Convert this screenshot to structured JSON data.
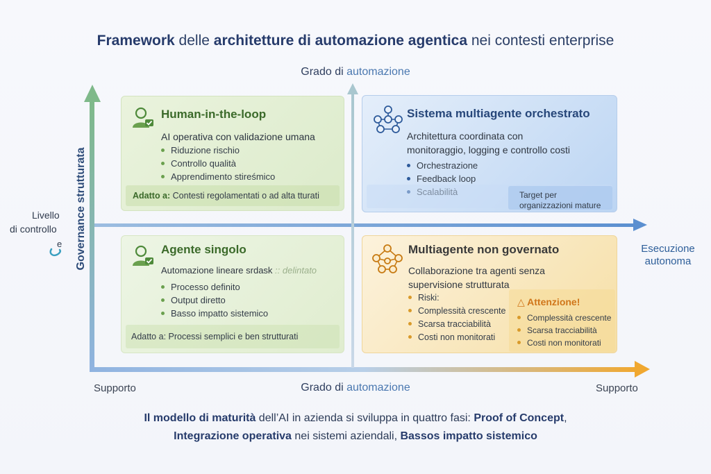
{
  "title": {
    "bold1": "Framework",
    "mid1": " delle ",
    "bold2": "architetture di automazione agentica",
    "rest": " nei contesti enterprise"
  },
  "axes": {
    "top_plain": "Grado di ",
    "top_accent": "automazione",
    "bottom_plain": "Grado di ",
    "bottom_accent": "automazione",
    "bottom_left": "Supporto",
    "bottom_right": "Supporto",
    "right_line1": "Esecuzione",
    "right_line2": "autonoma",
    "left_line1": "Livello",
    "left_line2": "di controllo",
    "left_e": "e",
    "left_vertical": "Governance strutturata"
  },
  "quadrants": {
    "hitl": {
      "title": "Human-in-the-loop",
      "subtitle": "AI operativa con validazione umana",
      "items": [
        "Riduzione rischio",
        "Controllo qualità",
        "Apprendimento stireśmico"
      ],
      "footer_bold": "Adatto a:",
      "footer_text": " Contesti regolamentati o ad alta tturati"
    },
    "multi_orch": {
      "title": "Sistema multiagente orchestrato",
      "subtitle1": "Architettura coordinata con",
      "subtitle2": "monitoraggio, logging e controllo costi",
      "items": [
        "Orchestrazione",
        "Feedback loop",
        "Scalabilità"
      ],
      "target1": "Target per",
      "target2": "organizzazioni mature"
    },
    "single": {
      "title": "Agente singolo",
      "subtitle": "Automazione lineare srdask",
      "subtitle_faded": ":: delintato",
      "items": [
        "Processo definito",
        "Output diretto",
        "Basso impatto sistemico"
      ],
      "footer": "Adatto a: Processi semplici e ben strutturati"
    },
    "multi_ng": {
      "title": "Multiagente non governato",
      "subtitle1": "Collaborazione tra agenti senza",
      "subtitle2": "supervisione strutturata",
      "items": [
        "Riski:",
        "Complessità crescente",
        "Scarsa tracciabilità",
        "Costi non monitorati"
      ],
      "warning_title": "Attenzione!",
      "warning_items": [
        "Complessità crescente",
        "Scarsa tracciabilità",
        "Costi non monitorati"
      ]
    }
  },
  "bottom": {
    "l1_bold1": "Il modello di maturità",
    "l1_mid": " dell’AI in azienda si sviluppa in quattro fasi: ",
    "l1_bold2": "Proof of Concept",
    "l1_end": ",",
    "l2_bold1": "Integrazione operativa",
    "l2_mid": " nei sistemi aziendali, ",
    "l2_bold2": "Bassos impatto sistemico"
  },
  "colors": {
    "green_accent": "#4e8a3a",
    "blue_accent": "#2d5a9a",
    "orange_accent": "#c77a12",
    "warning": "#d0761a"
  }
}
